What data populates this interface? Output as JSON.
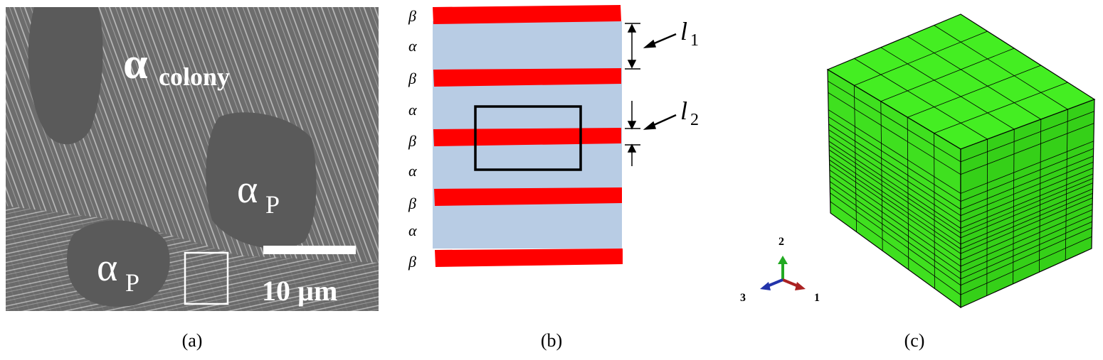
{
  "panel_a": {
    "label_colony": "α",
    "label_colony_sub": "colony",
    "label_primary_1": "α",
    "label_primary_1_sub": "P",
    "label_primary_2": "α",
    "label_primary_2_sub": "P",
    "scale_bar_text": "10 µm",
    "caption": "(a)"
  },
  "panel_b": {
    "layer_labels": [
      "β",
      "α",
      "β",
      "α",
      "β",
      "α",
      "β",
      "α",
      "β"
    ],
    "l1_label": "l",
    "l1_sub": "1",
    "l2_label": "l",
    "l2_sub": "2",
    "caption": "(b)",
    "colors": {
      "beta": "#ff0000",
      "alpha": "#b8cce4"
    }
  },
  "panel_c": {
    "axis_2": "2",
    "axis_1": "1",
    "axis_3": "3",
    "caption": "(c)",
    "colors": {
      "mesh": "#33dd11",
      "axis_2": "#22aa22",
      "axis_1": "#aa2222",
      "axis_3": "#2233aa"
    }
  }
}
